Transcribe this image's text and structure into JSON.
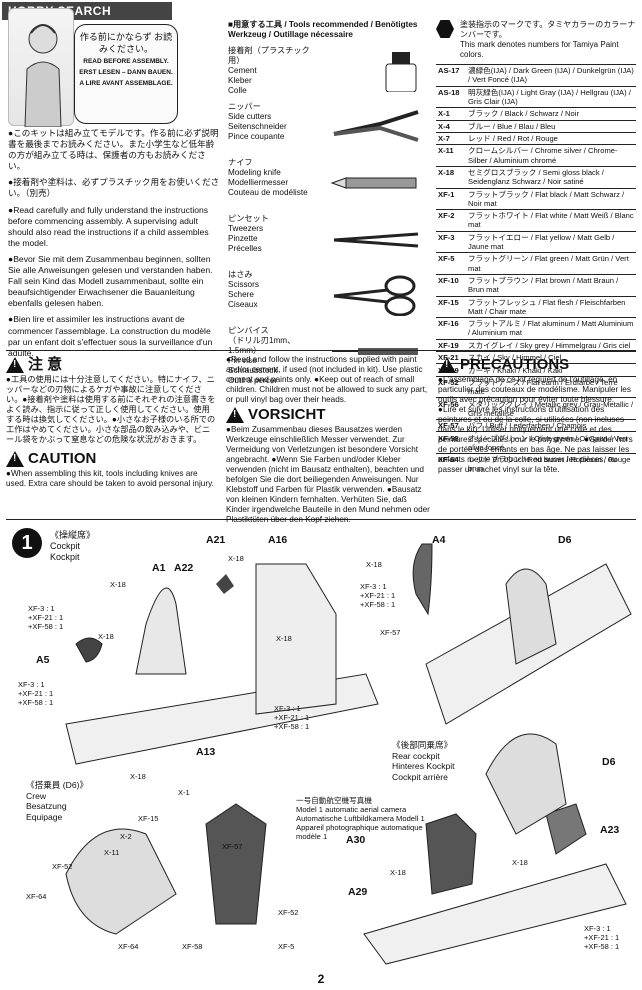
{
  "watermark": "HOBBY SEARCH",
  "intro": {
    "jp": "作る前にかならず お読みください。",
    "lines": [
      "READ BEFORE ASSEMBLY.",
      "ERST LESEN – DANN BAUEN.",
      "A LIRE AVANT ASSEMBLAGE."
    ]
  },
  "notes": [
    "●このキットは組み立てモデルです。作る前に必ず説明書を最後までお読みください。また小学生など低年齢の方が組み立てる時は、保護者の方もお読みください。",
    "●接着剤や塗料は、必ずプラスチック用をお使いください。（別売）",
    "●Read carefully and fully understand the instructions before commencing assembly. A supervising adult should also read the instructions if a child assembles the model.",
    "●Bevor Sie mit dem Zusammenbau beginnen, sollten Sie alle Anweisungen gelesen und verstanden haben. Fall sein Kind das Modell zusammenbaut, sollte ein beaufsichtigender Erwachsener die Bauanleitung ebenfalls gelesen haben.",
    "●Bien lire et assimiler les instructions avant de commencer l'assemblage. La construction du modèle par un enfant doit s'effectuer sous la surveillance d'un adulte."
  ],
  "tools": {
    "header": "■用意する工具 / Tools recommended / Benötigtes Werkzeug / Outillage nécessaire",
    "items": [
      {
        "lines": [
          "接着剤（プラスチック用）",
          "Cement",
          "Kleber",
          "Colle"
        ],
        "icon": "cement-bottle-icon"
      },
      {
        "lines": [
          "ニッパー",
          "Side cutters",
          "Seitenschneider",
          "Pince coupante"
        ],
        "icon": "side-cutters-icon"
      },
      {
        "lines": [
          "ナイフ",
          "Modeling knife",
          "Modelliermesser",
          "Couteau de modéliste"
        ],
        "icon": "knife-icon"
      },
      {
        "lines": [
          "ピンセット",
          "Tweezers",
          "Pinzette",
          "Précelles"
        ],
        "icon": "tweezers-icon"
      },
      {
        "lines": [
          "はさみ",
          "Scissors",
          "Schere",
          "Ciseaux"
        ],
        "icon": "scissors-icon"
      },
      {
        "lines": [
          "ピンバイス",
          "（ドリル刃1mm、1.5mm）",
          "Pin vise",
          "Schraubstock",
          "Outil à percer"
        ],
        "icon": "pin-vise-icon"
      }
    ]
  },
  "paint": {
    "header": "塗装指示のマークです。タミヤカラーのカラーナンバーです。",
    "header_en": "This mark denotes numbers for Tamiya Paint colors.",
    "rows": [
      {
        "code": "AS-17",
        "name": "濃緑色(IJA) / Dark Green (IJA) / Dunkelgrün (IJA) / Vert Foncé (IJA)"
      },
      {
        "code": "AS-18",
        "name": "明灰緑色(IJA) / Light Gray (IJA) / Hellgrau (IJA) / Gris Clair (IJA)"
      },
      {
        "code": "X-1",
        "name": "ブラック / Black / Schwarz / Noir"
      },
      {
        "code": "X-4",
        "name": "ブルー / Blue / Blau / Bleu"
      },
      {
        "code": "X-7",
        "name": "レッド / Red / Rot / Rouge"
      },
      {
        "code": "X-11",
        "name": "クロームシルバー / Chrome silver / Chrome-Silber / Aluminium chromé"
      },
      {
        "code": "X-18",
        "name": "セミグロスブラック / Semi gloss black / Seidenglanz Schwarz / Noir satiné"
      },
      {
        "code": "XF-1",
        "name": "フラットブラック / Flat black / Matt Schwarz / Noir mat"
      },
      {
        "code": "XF-2",
        "name": "フラットホワイト / Flat white / Matt Weiß / Blanc mat"
      },
      {
        "code": "XF-3",
        "name": "フラットイエロー / Flat yellow / Matt Gelb / Jaune mat"
      },
      {
        "code": "XF-5",
        "name": "フラットグリーン / Flat green / Matt Grün / Vert mat"
      },
      {
        "code": "XF-10",
        "name": "フラットブラウン / Flat brown / Matt Braun / Brun mat"
      },
      {
        "code": "XF-15",
        "name": "フラットフレッシュ / Flat flesh / Fleischfarben Matt / Chair mate"
      },
      {
        "code": "XF-16",
        "name": "フラットアルミ / Flat aluminum / Matt Aluminium / Aluminium mat"
      },
      {
        "code": "XF-19",
        "name": "スカイグレイ / Sky grey / Himmelgrau / Gris ciel"
      },
      {
        "code": "XF-21",
        "name": "スカイ / Sky / Himmel / Ciel"
      },
      {
        "code": "XF-49",
        "name": "カーキ / Khaki / Khaki / Kaki"
      },
      {
        "code": "XF-52",
        "name": "フラットアース / Flat earth / Erdfarbe / Terre mate"
      },
      {
        "code": "XF-56",
        "name": "メタリックグレイ / Metallic grey / Grau-Metallic / Gris métallisé"
      },
      {
        "code": "XF-57",
        "name": "バフ / Buff / Lederfarben / Chamois"
      },
      {
        "code": "XF-58",
        "name": "オリーブグリーン / Olive green / Olivgrün / Vert olive foncé"
      },
      {
        "code": "XF-64",
        "name": "レッドブラウン / Red brown / Rotbraun / Rouge brun"
      }
    ]
  },
  "warnings": {
    "jp_title": "注 意",
    "jp_text": "●工具の使用には十分注意してください。特にナイフ、ニッパーなどの刃物によるケガや事故に注意してください。●接着剤や塗料は使用する前にそれぞれの注意書きをよく読み、指示に従って正しく使用してください。使用する時は換気してください。●小さなお子様のいる所での工作はやめてください。小さな部品の飲み込みや、ビニール袋をかぶって窒息などの危険な状況がおきます。",
    "caution_title": "CAUTION",
    "caution_text": "●When assembling this kit, tools including knives are used. Extra care should be taken to avoid personal injury.",
    "en_text": "●Read and follow the instructions supplied with paint and/or cement, if used (not included in kit). Use plastic cement and paints only. ●Keep out of reach of small children. Children must not be allowed to suck any part, or pull vinyl bag over their heads.",
    "vorsicht_title": "VORSICHT",
    "vorsicht_text": "●Beim Zusammenbau dieses Bausatzes werden Werkzeuge einschließlich Messer verwendet. Zur Vermeidung von Verletzungen ist besondere Vorsicht angebracht. ●Wenn Sie Farben und/oder Kleber verwenden (nicht im Bausatz enthalten), beachten und befolgen Sie die dort beiliegenden Anweisungen. Nur Klebstoff und Farben für Plastik verwenden. ●Bausatz von kleinen Kindern fernhalten. Verhüten Sie, daß Kinder irgendwelche Bauteile in den Mund nehmen oder Plastiktüten über den Kopf ziehen.",
    "precautions_title": "PRECAUTIONS",
    "precautions_text": "●L'assemblage de ce kit requiert de l'outillage, en particulier des couteaux de modélisme. Manipuler les outils avec précaution pour éviter toute blessure. ●Lire et suivre les instructions d'utilisation des peintures et ou de la colle, si utilisées (non incluses dans le kit). Utiliser uniquement une colle et des peintures spéciales pour le polystyrène. ●Garder hors de portée des enfants en bas âge. Ne pas laisser les enfants mettre en bouche ou sucer les pièces, ou passer un sachet vinyl sur la tête."
  },
  "step": {
    "number": "1",
    "title": [
      "《操縦席》",
      "Cockpit",
      "Kockpit"
    ],
    "rear": [
      "《後部同乗席》",
      "Rear cockpit",
      "Hinteres Kockpit",
      "Cockpit arrière"
    ],
    "crew": [
      "《搭乗員 (D6)》",
      "Crew",
      "Besatzung",
      "Equipage"
    ],
    "camera": [
      "一号自動航空機写真機",
      "Model 1 automatic aerial camera",
      "Automatische Luftbildkamera Modell 1",
      "Appareil photographique automatique",
      "modèle 1"
    ],
    "parts": [
      "A21",
      "A16",
      "A1",
      "A22",
      "A5",
      "A13",
      "A4",
      "D6",
      "D6",
      "A23",
      "A30",
      "A29"
    ],
    "callouts": [
      "X-18",
      "X-18",
      "X-18",
      "XF-3 : 1\n+XF-21 : 1\n+XF-58 : 1",
      "X-18",
      "XF-3 : 1\n+XF-21 : 1\n+XF-58 : 1",
      "XF-3 : 1\n+XF-21 : 1\n+XF-58 : 1",
      "X-18",
      "X-18",
      "XF-3 : 1\n+XF-21 : 1\n+XF-58 : 1",
      "XF-57",
      "X-1",
      "XF-15",
      "X-2",
      "X-11",
      "XF-52",
      "XF-64",
      "XF-64",
      "XF-58",
      "XF-57",
      "XF-52",
      "XF-5",
      "X-18",
      "X-18",
      "XF-3 : 1\n+XF-21 : 1\n+XF-58 : 1"
    ]
  },
  "page_number": "2"
}
